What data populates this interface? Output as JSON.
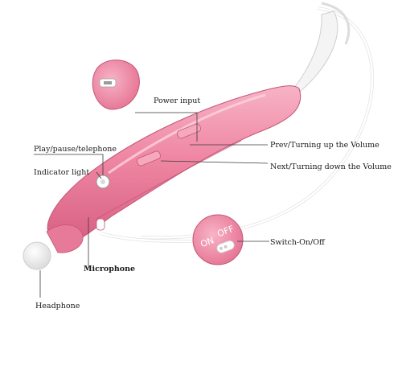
{
  "labels": {
    "power_input": "Power input",
    "play_pause": "Play/pause/telephone",
    "indicator_light": "Indicator light",
    "prev_volume_up": "Prev/Turning up the Volume",
    "next_volume_down": "Next/Turning down the Volume",
    "microphone": "Microphone",
    "switch_on_off": "Switch-On/Off",
    "headphone": "Headphone"
  },
  "switch_text": {
    "on": "ON",
    "off": "OFF"
  },
  "colors": {
    "body_pink": "#f08ca6",
    "body_dark": "#d96384",
    "body_light": "#f9c3d2",
    "cable": "#ffffff",
    "tip": "#f2f2f2"
  }
}
